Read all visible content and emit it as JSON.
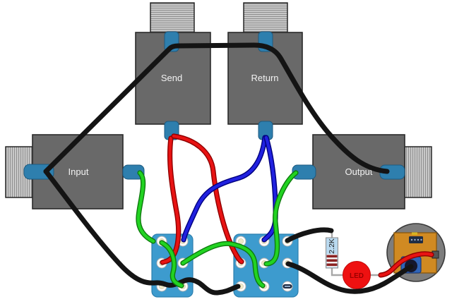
{
  "labels": {
    "send": "Send",
    "return": "Return",
    "input": "Input",
    "output": "Output",
    "resistor_value": "2.2K",
    "led": "LED"
  },
  "colors": {
    "background": "#ffffff",
    "jack_body": "#696969",
    "jack_border": "#2a2a2a",
    "jack_label_text": "#f2f2f2",
    "lug_tab": "#2e7fae",
    "lug_tab_border": "#1d5a80",
    "switch_board": "#3d9bce",
    "switch_board_border": "#2d7fae",
    "wire_black": "#141414",
    "wire_red": "#e81313",
    "wire_red_edge": "#8f0000",
    "wire_green": "#22d322",
    "wire_green_edge": "#0d7a0d",
    "wire_blue": "#2121e0",
    "wire_blue_edge": "#00007d",
    "component_lead": "#a8a8a8",
    "resistor_body": "#b9d9ef",
    "resistor_body_border": "#8a8a8a",
    "resistor_band": "#8b2222",
    "resistor_text": "#222222",
    "led_fill": "#ee1111",
    "led_border": "#c40909",
    "led_text": "#9b0000",
    "battery_circle": "#7d7d7d",
    "battery_circle_border": "#3a3a3a",
    "battery_square": "#d08a22",
    "battery_square_border": "#8a5a10",
    "battery_terminal": "#2f64b8",
    "battery_snap": "#15182e",
    "battery_connector": "#1f2d44"
  },
  "connections": [
    {
      "color": "black",
      "from": "input-jack-sleeve",
      "to": "send-jack-sleeve, return-jack-sleeve, output-jack-sleeve"
    },
    {
      "color": "black",
      "from": "input-jack-sleeve",
      "to": "right-switch-bottom-left"
    },
    {
      "color": "black",
      "from": "right-switch-top-right",
      "to": "resistor-2.2K-top-lead"
    },
    {
      "color": "black",
      "from": "right-switch-middle-right",
      "to": "battery-negative-terminal"
    },
    {
      "color": "red",
      "from": "send-jack-tip",
      "to": "left-switch-middle-left"
    },
    {
      "color": "red",
      "from": "send-jack-tip",
      "to": "right-switch-middle-left"
    },
    {
      "color": "red",
      "from": "led-anode-lead",
      "to": "battery-positive-terminal"
    },
    {
      "color": "blue",
      "from": "return-jack-tip",
      "to": "left-switch-top-right"
    },
    {
      "color": "blue",
      "from": "return-jack-tip",
      "to": "right-switch-top-middle"
    },
    {
      "color": "green",
      "from": "input-jack-tip",
      "to": "left-switch-top-left"
    },
    {
      "color": "green",
      "from": "left-switch-top-left",
      "to": "left-switch-bottom-right"
    },
    {
      "color": "green",
      "from": "left-switch-middle-right",
      "to": "right-switch-bottom-middle"
    },
    {
      "color": "green",
      "from": "output-jack-tip",
      "to": "right-switch-center"
    },
    {
      "color": "lead",
      "from": "resistor-2.2K-bottom-lead",
      "to": "led-cathode-lead"
    }
  ]
}
